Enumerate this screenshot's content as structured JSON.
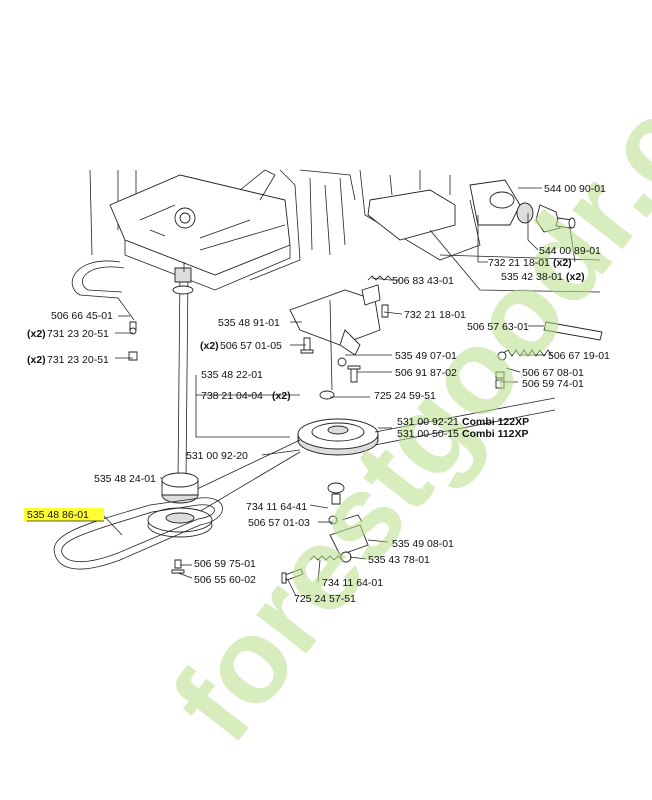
{
  "labels": {
    "p54400901": "544 00 90-01",
    "p54400891": "544 00 89-01",
    "p73221801x2": "732 21 18-01",
    "p53542381x2": "535 42 38-01",
    "x2": "(x2)",
    "p50683431": "506 83 43-01",
    "p73221801": "732 21 18-01",
    "p50657631": "506 57 63-01",
    "p50666451": "506 66 45-01",
    "p73123205a": "731 23 20-51",
    "p73123205b": "731 23 20-51",
    "p53548911": "535 48 91-01",
    "p50657015a": "506 57 01-05",
    "p53549071": "535 49 07-01",
    "p50691872": "506 91 87-02",
    "p50667191": "506 67 19-01",
    "p50667081": "506 67 08-01",
    "p50659741": "506 59 74-01",
    "p53548221": "535 48 22-01",
    "p73821044": "738 21 04-04",
    "p72524595": "725 24 59-51",
    "p53100922": "531 00 92-21",
    "combi122": "Combi 122XP",
    "p53100505": "531 00 50-15",
    "combi112": "Combi 112XP",
    "p53100920": "531 00 92-20",
    "p53548241": "535 48 24-01",
    "p73411644": "734 11 64-41",
    "p53548861": "535 48 86-01",
    "p50657013": "506 57 01-03",
    "p53549081": "535 49 08-01",
    "p53543781": "535 43 78-01",
    "p50659751": "506 59 75-01",
    "p50655602": "506 55 60-02",
    "p73411640": "734 11 64-01",
    "p72524575": "725 24 57-51"
  },
  "watermark": "forestgoodr.com",
  "colors": {
    "highlight": "#ffff33",
    "watermark": "#b9e08a",
    "watermark_accent": "#f5b67a"
  }
}
